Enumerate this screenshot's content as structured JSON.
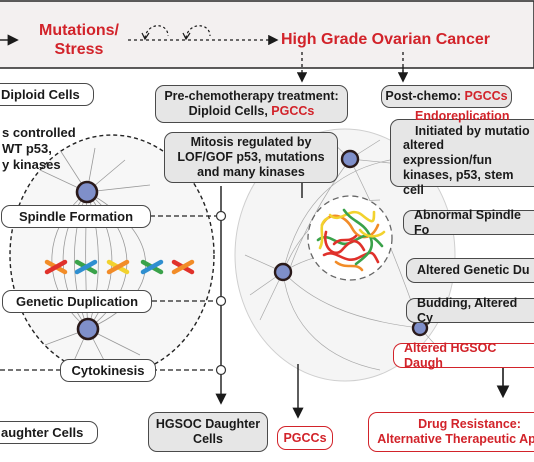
{
  "header": {
    "mutations_line1": "Mutations/",
    "mutations_line2": "Stress",
    "cancer_title": "High Grade Ovarian Cancer"
  },
  "left_column": {
    "diploid": "Diploid Cells",
    "controlled_lines": [
      "s controlled",
      "WT p53,",
      "y kinases"
    ],
    "spindle": "Spindle Formation",
    "duplication": "Genetic Duplication",
    "cytokinesis": "Cytokinesis",
    "daughter": "aughter Cells"
  },
  "center_column": {
    "pre_chemo_line1": "Pre-chemotherapy treatment:",
    "pre_chemo_line2a": "Diploid Cells, ",
    "pre_chemo_line2b": "PGCCs",
    "mitosis_lines": [
      "Mitosis regulated by",
      "LOF/GOF p53, mutations",
      "and many kinases"
    ],
    "hgsoc_lines": [
      "HGSOC Daughter",
      "Cells"
    ],
    "pgccs": "PGCCs"
  },
  "right_column": {
    "post_chemo_a": "Post-chemo: ",
    "post_chemo_b": "PGCCs",
    "endo_title": "Endoreplication",
    "endo_lines": [
      "Initiated by mutatio",
      "altered expression/fun",
      "kinases, p53, stem cell"
    ],
    "abnormal_spindle": "Abnormal Spindle Fo",
    "altered_genetic": "Altered Genetic Du",
    "budding": "Budding, Altered Cy",
    "altered_hgsoc": "Altered HGSOC Daugh",
    "drug_line1": "Drug Resistance:",
    "drug_line2": "Alternative Therapeutic Ap"
  },
  "colors": {
    "accent_red": "#d2232a",
    "box_gray": "#e6e6e6",
    "border": "#4a4a4a",
    "nucleus_fill": "#7f8fc9",
    "chromosome_colors": [
      "#e0312b",
      "#f28c28",
      "#f2d22e",
      "#3aa24a",
      "#2f8fd0"
    ]
  }
}
